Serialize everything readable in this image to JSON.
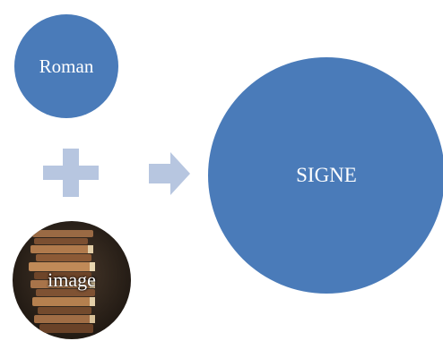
{
  "nodes": {
    "roman": "Roman",
    "image": "image",
    "signe": "SIGNE"
  },
  "colors": {
    "circle_fill": "#4a7bb9",
    "connector_fill": "#b7c6e0",
    "text": "#ffffff"
  },
  "icons": {
    "plus": "plus-icon",
    "arrow": "right-arrow-icon",
    "image_background": "stacked-books-photo"
  }
}
